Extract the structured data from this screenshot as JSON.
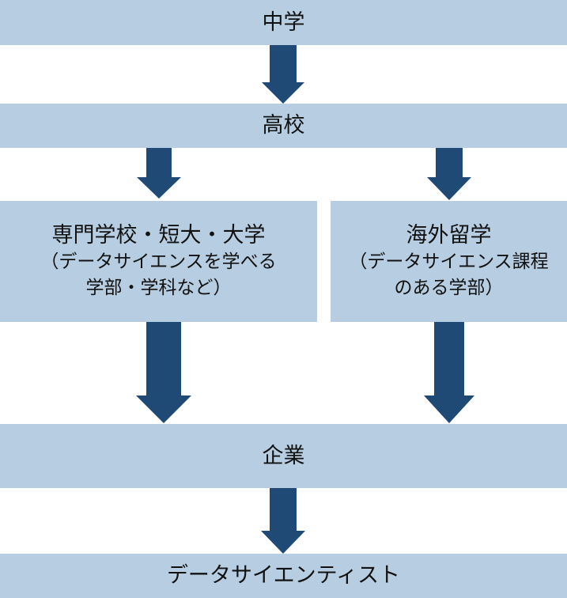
{
  "nodes": {
    "junior_high": "中学",
    "high_school": "高校",
    "college": {
      "title": "専門学校・短大・大学",
      "line2": "（データサイエンスを学べる",
      "line3": "学部・学科など）"
    },
    "study_abroad": {
      "title": "海外留学",
      "line2": "（データサイエンス課程",
      "line3": "のある学部）"
    },
    "company": "企業",
    "data_scientist": "データサイエンティスト"
  },
  "colors": {
    "box": "#b7cee2",
    "arrow": "#1f4a75"
  }
}
